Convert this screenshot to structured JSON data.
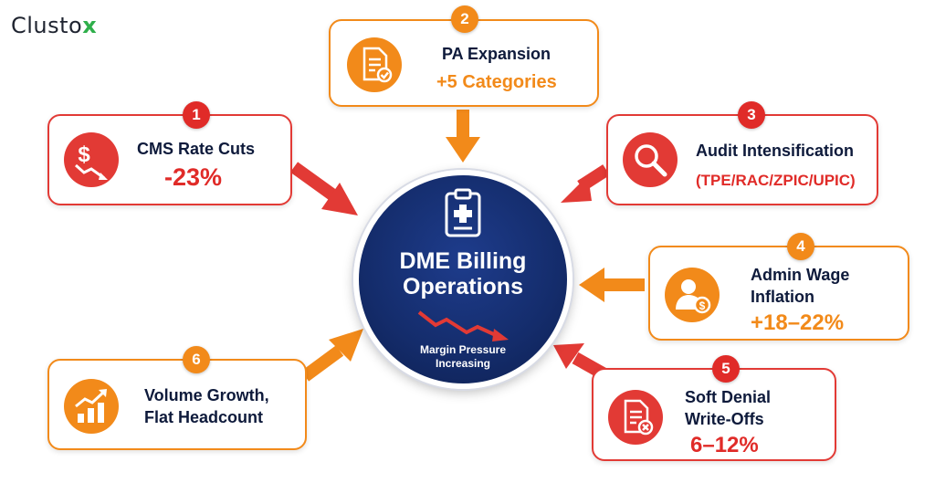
{
  "logo": {
    "text": "Clusto",
    "mark": "x"
  },
  "hub": {
    "title_line1": "DME Billing",
    "title_line2": "Operations",
    "subtitle_line1": "Margin Pressure",
    "subtitle_line2": "Increasing",
    "icon": "clipboard-medical-icon"
  },
  "colors": {
    "red": "#e23a35",
    "orange": "#f28a1a",
    "navy": "#142c6b",
    "text": "#0e1a3b"
  },
  "factors": [
    {
      "number": "1",
      "label": "CMS Rate Cuts",
      "value": "-23%",
      "icon": "dollar-down-trend-icon",
      "color": "red"
    },
    {
      "number": "2",
      "label": "PA Expansion",
      "value": "+5 Categories",
      "icon": "document-check-icon",
      "color": "orange"
    },
    {
      "number": "3",
      "label": "Audit Intensification",
      "value": "(TPE/RAC/ZPIC/UPIC)",
      "icon": "magnifier-icon",
      "color": "red"
    },
    {
      "number": "4",
      "label_line1": "Admin Wage",
      "label_line2": "Inflation",
      "value": "+18–22%",
      "icon": "person-dollar-icon",
      "color": "orange"
    },
    {
      "number": "5",
      "label_line1": "Soft Denial",
      "label_line2": "Write-Offs",
      "value": "6–12%",
      "icon": "document-x-icon",
      "color": "red"
    },
    {
      "number": "6",
      "label_line1": "Volume Growth,",
      "label_line2": "Flat Headcount",
      "icon": "bar-growth-icon",
      "color": "orange"
    }
  ]
}
